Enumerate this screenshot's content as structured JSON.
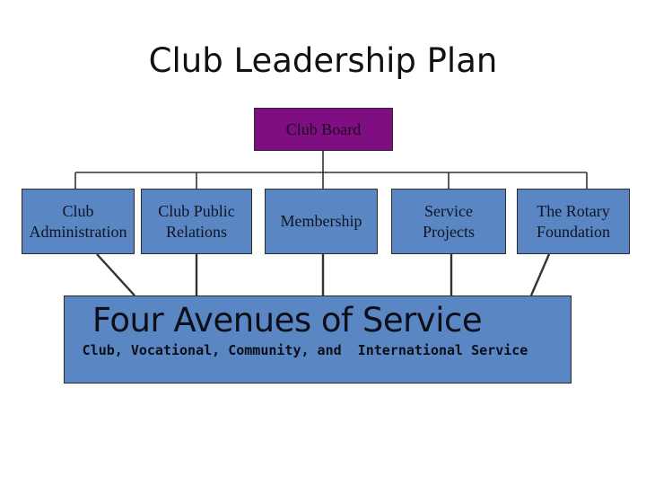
{
  "title": "Club Leadership Plan",
  "board": {
    "label": "Club Board"
  },
  "committees": [
    {
      "label": "Club\nAdministration"
    },
    {
      "label": "Club Public\nRelations"
    },
    {
      "label": "Membership"
    },
    {
      "label": "Service\nProjects"
    },
    {
      "label": "The Rotary\nFoundation"
    }
  ],
  "avenues": {
    "title": "Four Avenues of Service",
    "subtitle": "Club, Vocational, Community, and  International Service"
  },
  "colors": {
    "board": "#7f0e82",
    "committee": "#5a86c3",
    "avenues": "#5a86c3",
    "line": "#333333"
  }
}
